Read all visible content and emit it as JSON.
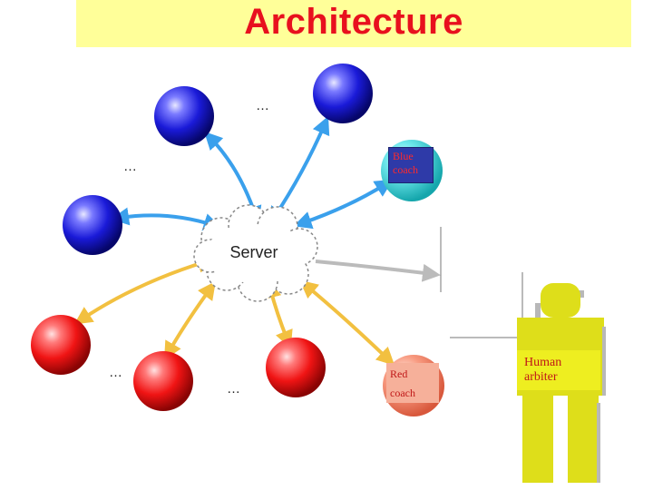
{
  "title": "Architecture",
  "server": {
    "label": "Server"
  },
  "blue_coach": {
    "line1": "Blue",
    "line2": "coach"
  },
  "red_coach": {
    "line1": "Red",
    "line2": "coach"
  },
  "arbiter": {
    "line1": "Human",
    "line2": "arbiter"
  },
  "ellipsis": "…",
  "colors": {
    "title": "#e8101e",
    "banner": "#ffff99",
    "blue_player": "#1a1ad8",
    "red_player": "#f01414",
    "coach_teal": "#2fd6dc",
    "arrow_blue": "#3aa0ec",
    "arrow_yellow": "#f2c040",
    "arrow_gray": "#bbbbbb",
    "arbiter": "#dede1a"
  }
}
